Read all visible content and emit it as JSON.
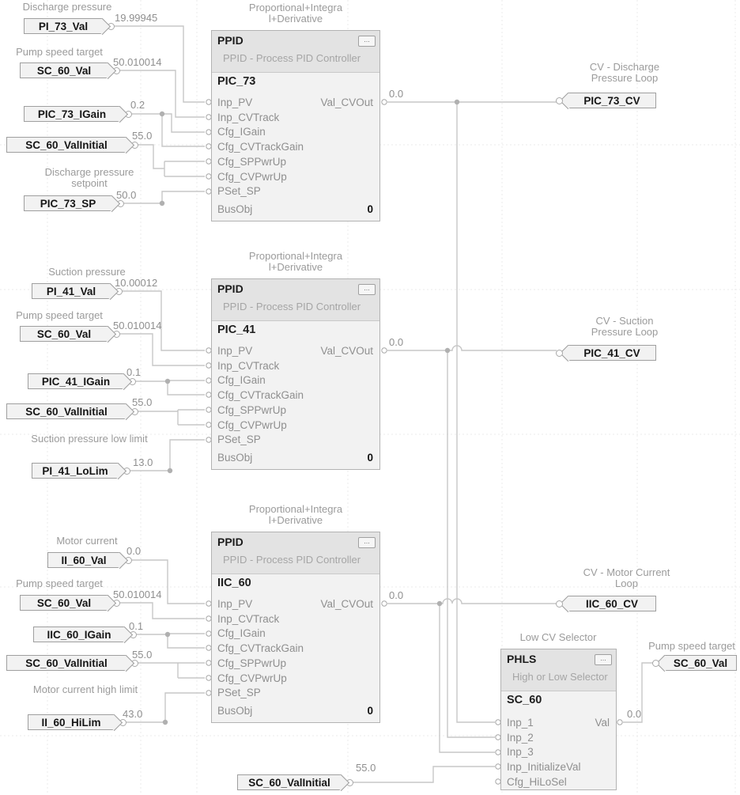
{
  "ppid_common": {
    "title_line1": "Proportional+Integra",
    "title_line2": "l+Derivative",
    "header": "PPID",
    "more": "...",
    "subtitle": "PPID - Process PID Controller",
    "pins": [
      "Inp_PV",
      "Inp_CVTrack",
      "Cfg_IGain",
      "Cfg_CVTrackGain",
      "Cfg_SPPwrUp",
      "Cfg_CVPwrUp",
      "PSet_SP"
    ],
    "bus_label": "BusObj",
    "out_pin": "Val_CVOut"
  },
  "ppid_blocks": [
    {
      "instance": "PIC_73",
      "out_value": "0.0",
      "bus_value": "0"
    },
    {
      "instance": "PIC_41",
      "out_value": "0.0",
      "bus_value": "0"
    },
    {
      "instance": "IIC_60",
      "out_value": "0.0",
      "bus_value": "0"
    }
  ],
  "phls": {
    "label": "Low CV Selector",
    "header": "PHLS",
    "more": "...",
    "subtitle": "High or Low Selector",
    "instance": "SC_60",
    "pins": [
      "Inp_1",
      "Inp_2",
      "Inp_3",
      "Inp_InitializeVal",
      "Cfg_HiLoSel"
    ],
    "out_pin": "Val",
    "out_value": "0.0"
  },
  "input_tags": [
    {
      "desc": "Discharge pressure",
      "name": "PI_73_Val",
      "value": "19.99945"
    },
    {
      "desc": "Pump speed target",
      "name": "SC_60_Val",
      "value": "50.010014"
    },
    {
      "desc": "",
      "name": "PIC_73_IGain",
      "value": "0.2"
    },
    {
      "desc": "",
      "name": "SC_60_ValInitial",
      "value": "55.0"
    },
    {
      "desc": "Discharge pressure setpoint",
      "name": "PIC_73_SP",
      "value": "50.0"
    },
    {
      "desc": "Suction pressure",
      "name": "PI_41_Val",
      "value": "10.00012"
    },
    {
      "desc": "Pump speed target",
      "name": "SC_60_Val",
      "value": "50.010014"
    },
    {
      "desc": "",
      "name": "PIC_41_IGain",
      "value": "0.1"
    },
    {
      "desc": "",
      "name": "SC_60_ValInitial",
      "value": "55.0"
    },
    {
      "desc": "Suction pressure low limit",
      "name": "PI_41_LoLim",
      "value": "13.0"
    },
    {
      "desc": "Motor current",
      "name": "II_60_Val",
      "value": "0.0"
    },
    {
      "desc": "Pump speed target",
      "name": "SC_60_Val",
      "value": "50.010014"
    },
    {
      "desc": "",
      "name": "IIC_60_IGain",
      "value": "0.1"
    },
    {
      "desc": "",
      "name": "SC_60_ValInitial",
      "value": "55.0"
    },
    {
      "desc": "Motor current high limit",
      "name": "II_60_HiLim",
      "value": "43.0"
    },
    {
      "desc": "",
      "name": "SC_60_ValInitial",
      "value": "55.0"
    }
  ],
  "output_tags": [
    {
      "desc": "CV - Discharge Pressure Loop",
      "name": "PIC_73_CV"
    },
    {
      "desc": "CV - Suction Pressure Loop",
      "name": "PIC_41_CV"
    },
    {
      "desc": "CV - Motor Current Loop",
      "name": "IIC_60_CV"
    },
    {
      "desc": "Pump speed target",
      "name": "SC_60_Val"
    }
  ]
}
